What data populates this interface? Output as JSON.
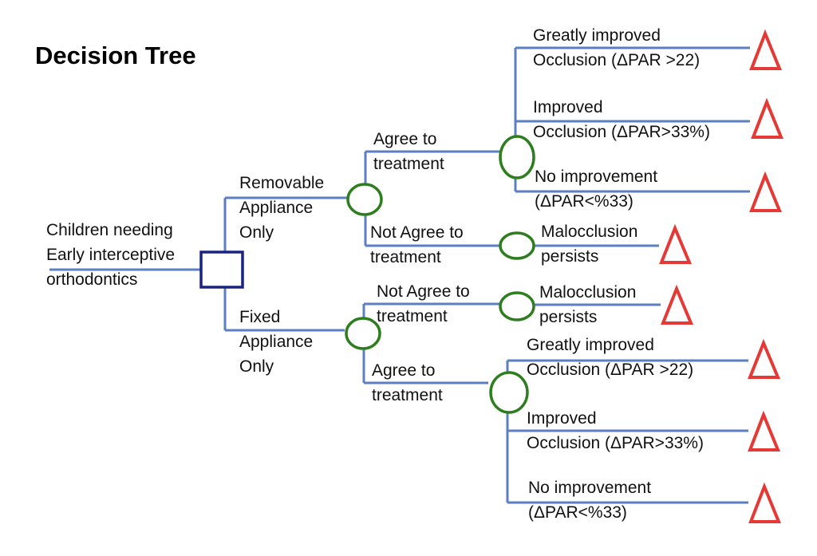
{
  "title": "Decision Tree",
  "colors": {
    "branch": "#5b7fc0",
    "decision_node": "#1a237e",
    "chance_node": "#2e7d1e",
    "terminal_node": "#e53935",
    "text": "#111111"
  },
  "root": {
    "label_line1": "Children needing",
    "label_line2": "Early interceptive",
    "label_line3": "orthodontics",
    "node": "decision-square"
  },
  "branches": {
    "removable": {
      "line1": "Removable",
      "line2": "Appliance",
      "line3": "Only"
    },
    "fixed": {
      "line1": "Fixed",
      "line2": "Appliance",
      "line3": "Only"
    },
    "removable_agree": {
      "line1": "Agree to",
      "line2": "treatment"
    },
    "removable_not_agree": {
      "line1": "Not Agree to",
      "line2": "treatment"
    },
    "fixed_not_agree": {
      "line1": "Not Agree to",
      "line2": "treatment"
    },
    "fixed_agree": {
      "line1": "Agree to",
      "line2": "treatment"
    }
  },
  "outcomes": {
    "removable_greatly": {
      "line1": "Greatly improved",
      "line2": "Occlusion (ΔPAR >22)"
    },
    "removable_improved": {
      "line1": "Improved",
      "line2": "Occlusion (ΔPAR>33%)"
    },
    "removable_none": {
      "line1": "No improvement",
      "line2": "(ΔPAR<%33)"
    },
    "removable_malocclusion": {
      "line1": "Malocclusion",
      "line2": "persists"
    },
    "fixed_malocclusion": {
      "line1": "Malocclusion",
      "line2": "persists"
    },
    "fixed_greatly": {
      "line1": "Greatly improved",
      "line2": "Occlusion (ΔPAR >22)"
    },
    "fixed_improved": {
      "line1": "Improved",
      "line2": "Occlusion (ΔPAR>33%)"
    },
    "fixed_none": {
      "line1": "No improvement",
      "line2": "(ΔPAR<%33)"
    }
  }
}
